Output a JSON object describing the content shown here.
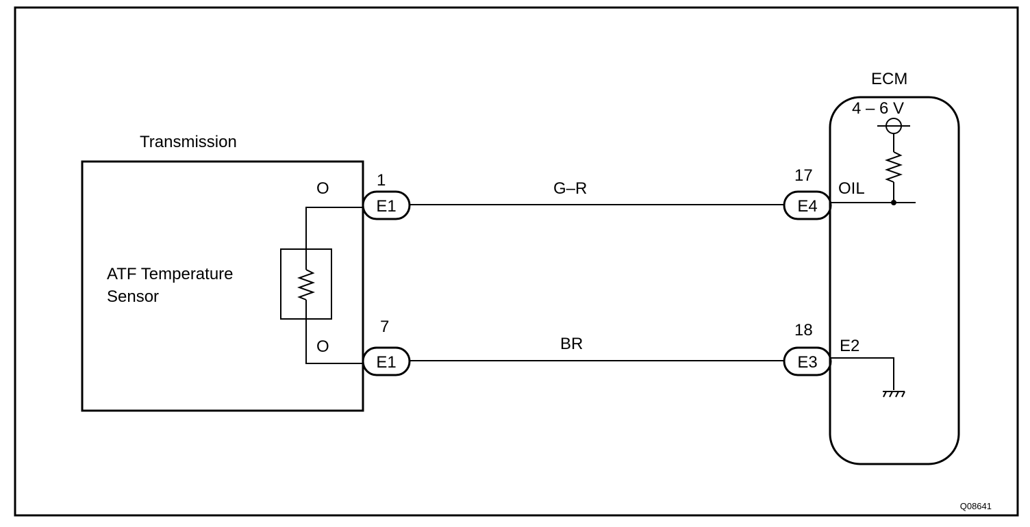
{
  "diagram_id": "Q08641",
  "transmission": {
    "title": "Transmission",
    "sensor_label_line1": "ATF Temperature",
    "sensor_label_line2": "Sensor",
    "pin_top": "O",
    "pin_bottom": "O"
  },
  "ecm": {
    "title": "ECM",
    "voltage": "4 – 6 V",
    "terminal_oil": "OIL",
    "terminal_e2": "E2"
  },
  "wires": [
    {
      "color_code": "G–R",
      "left_pin": "1",
      "left_connector": "E1",
      "right_pin": "17",
      "right_connector": "E4"
    },
    {
      "color_code": "BR",
      "left_pin": "7",
      "left_connector": "E1",
      "right_pin": "18",
      "right_connector": "E3"
    }
  ]
}
